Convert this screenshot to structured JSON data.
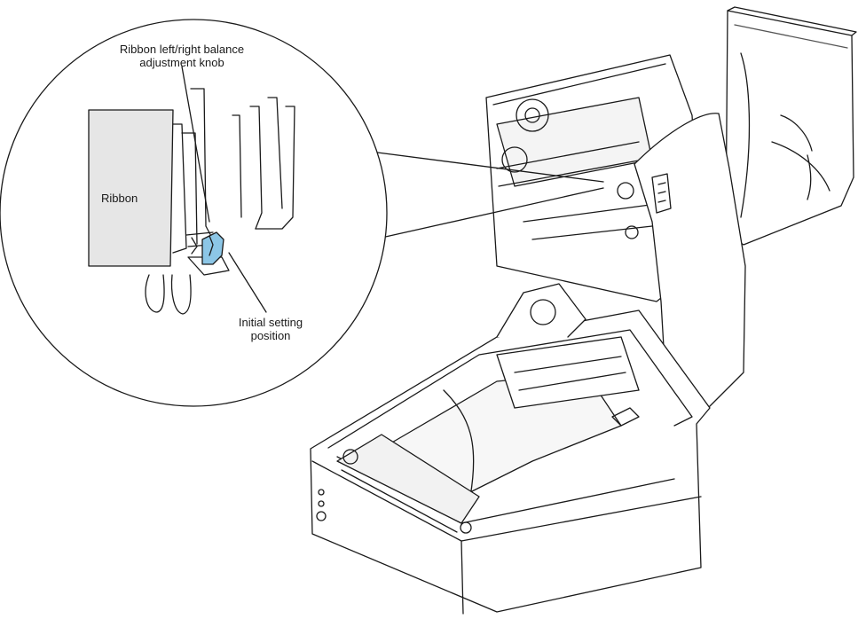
{
  "callouts": {
    "knob_label": {
      "line1": "Ribbon left/right balance",
      "line2": "adjustment knob"
    },
    "ribbon_label": "Ribbon",
    "initial_label": {
      "line1": "Initial setting",
      "line2": "position"
    }
  },
  "colors": {
    "line": "#1a1a1a",
    "ribbon_fill": "#e6e6e6",
    "knob_fill": "#8cc6e6",
    "body_fill": "#ffffff",
    "shade": "#dcdcdc"
  }
}
